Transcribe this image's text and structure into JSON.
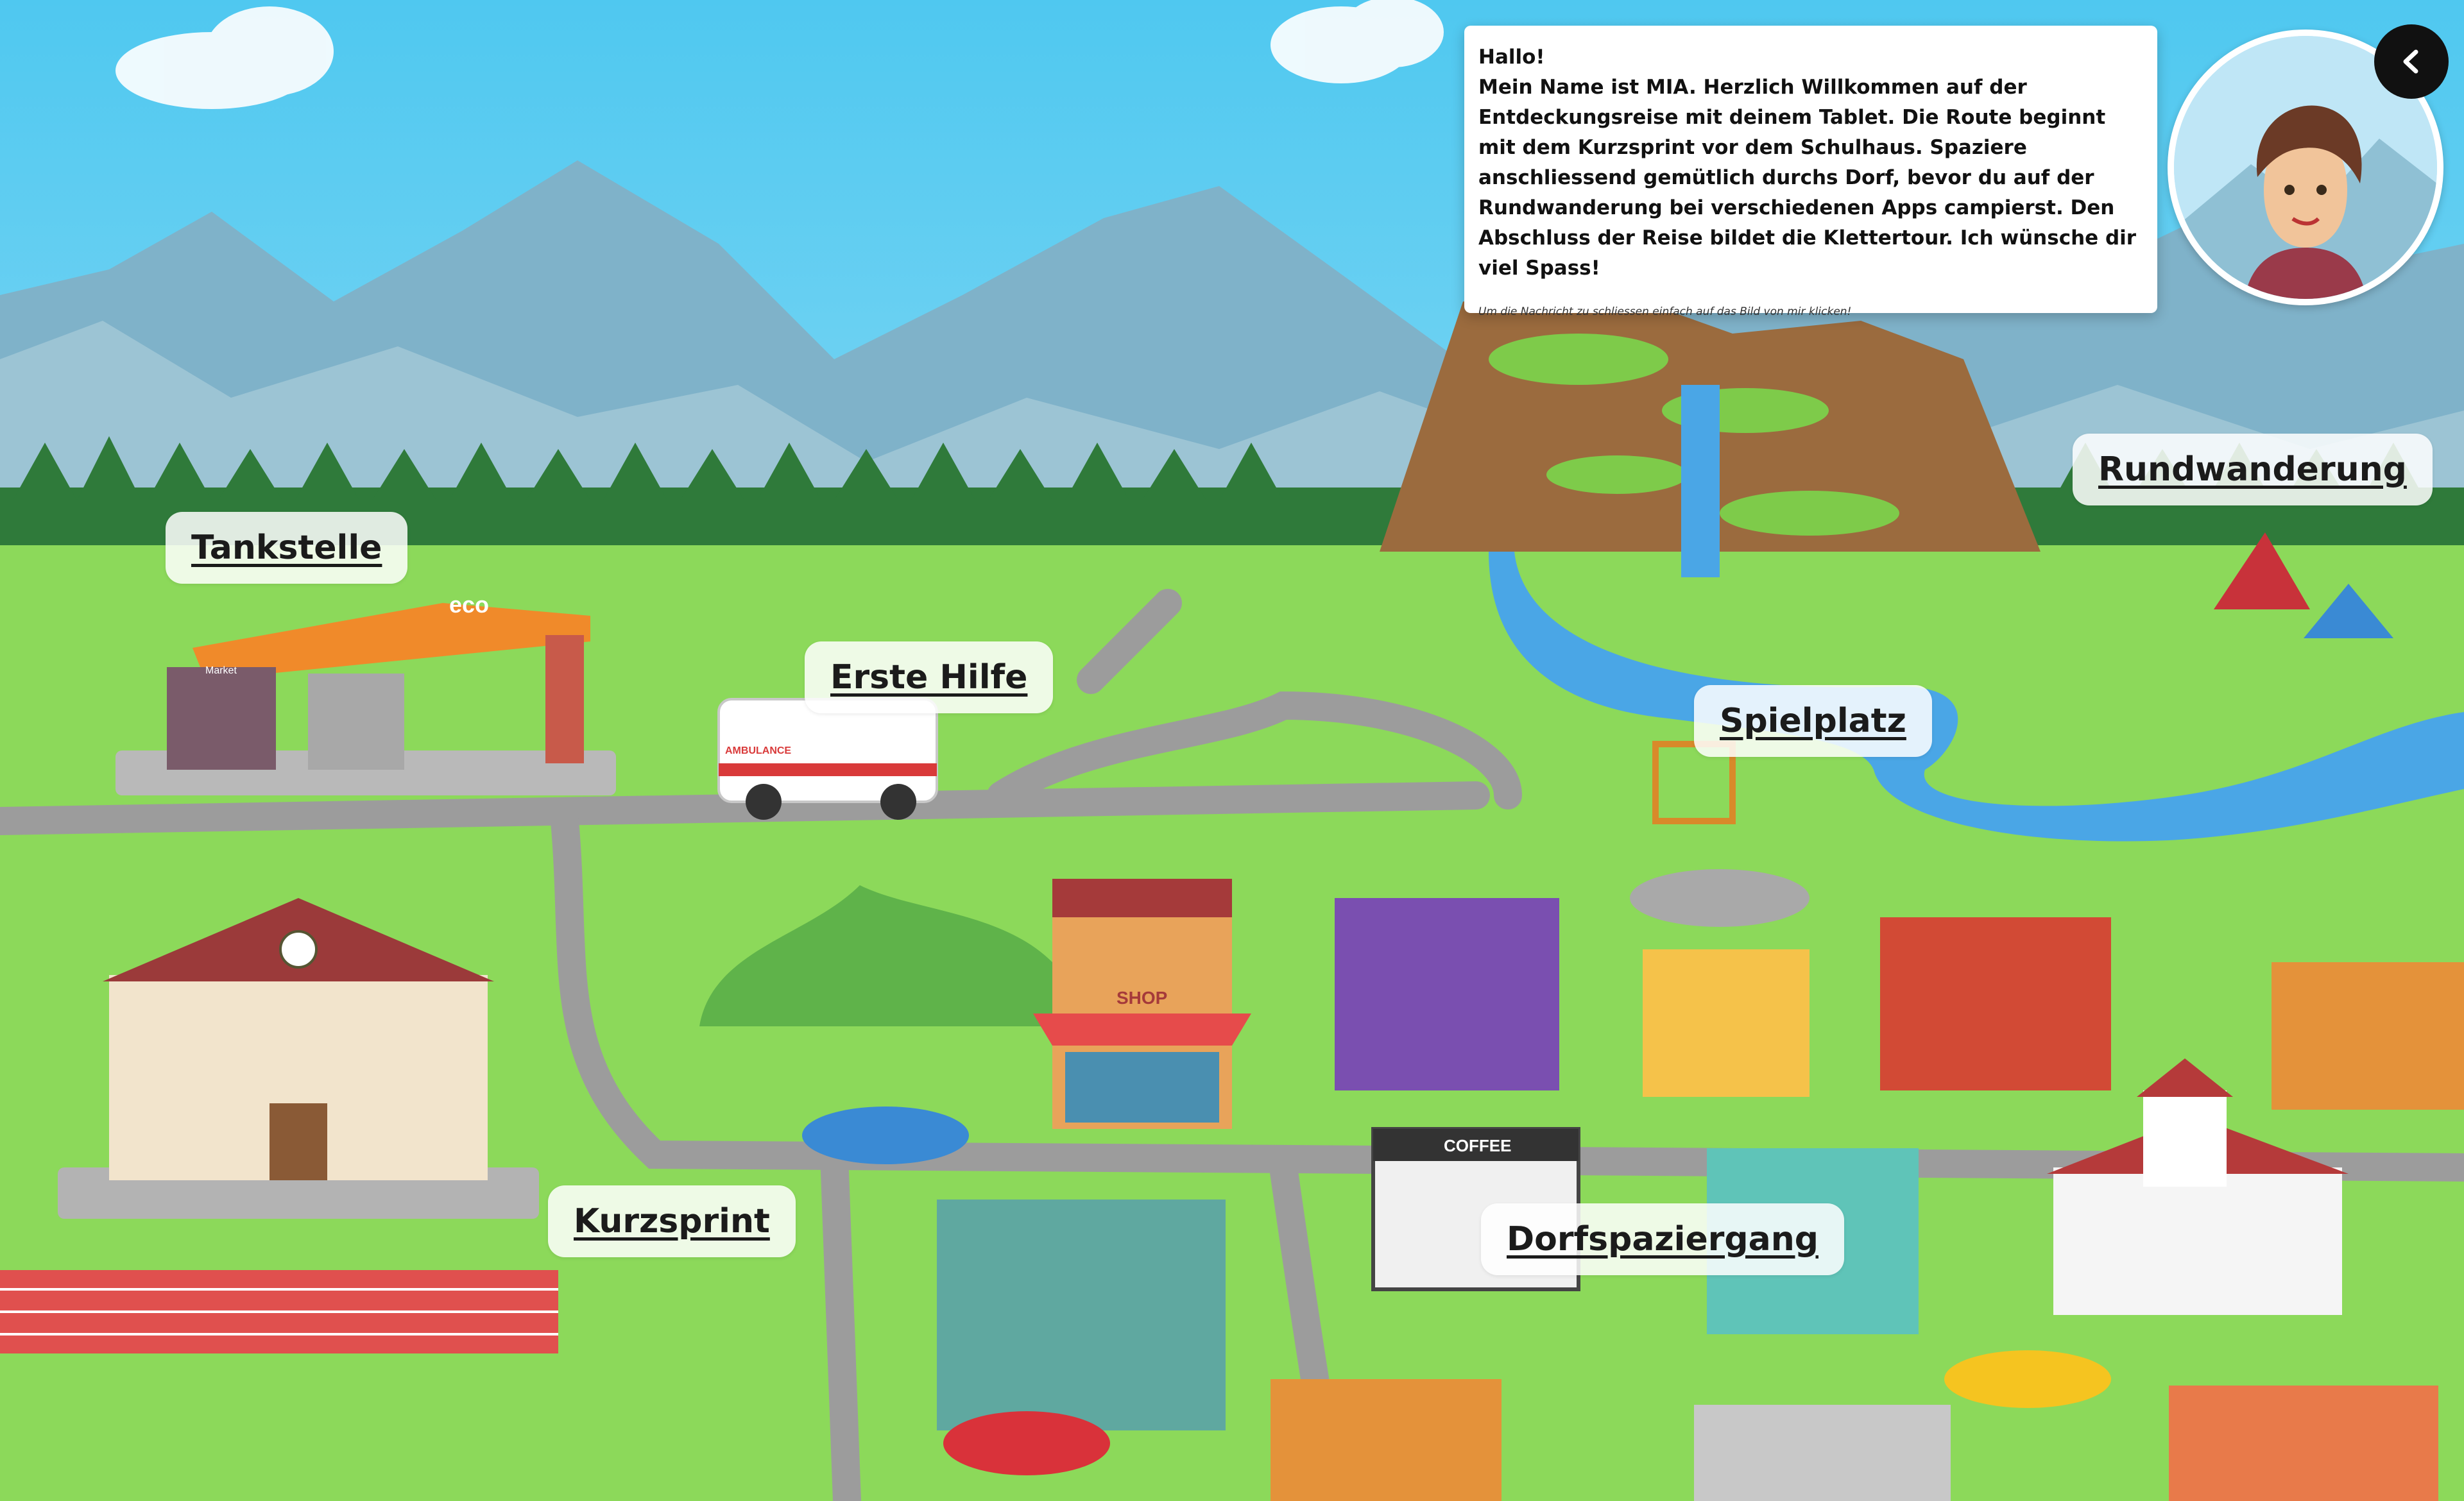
{
  "locations": [
    {
      "id": "tankstelle",
      "label": "Tankstelle"
    },
    {
      "id": "erste-hilfe",
      "label": "Erste Hilfe"
    },
    {
      "id": "spielplatz",
      "label": "Spielplatz"
    },
    {
      "id": "rundwanderung",
      "label": "Rundwanderung"
    },
    {
      "id": "kurzsprint",
      "label": "Kurzsprint"
    },
    {
      "id": "dorfspaziergang",
      "label": "Dorfspaziergang"
    }
  ],
  "message": {
    "greeting": "Hallo!",
    "body": "Mein Name ist MIA. Herzlich Willkommen auf der Entdeckungsreise mit deinem Tablet. Die Route beginnt mit dem Kurzsprint vor dem Schulhaus. Spaziere anschliessend gemütlich durchs Dorf, bevor du auf der Rundwanderung bei verschiedenen Apps campierst. Den Abschluss der Reise bildet die Klettertour. Ich wünsche dir viel Spass!",
    "hint": "Um die Nachricht zu schliessen einfach auf das Bild von mir klicken!"
  },
  "scene_text": {
    "gas_brand": "eco",
    "gas_market": "Market",
    "ambulance": "AMBULANCE",
    "shop_sign": "SHOP",
    "coffee_sign": "COFFEE"
  },
  "icons": {
    "collapse": "chevron-left-icon",
    "avatar": "mia-avatar"
  },
  "colors": {
    "sky": "#5fd0f2",
    "grass": "#8cd95a",
    "road": "#9c9c9c",
    "track": "#e0504e",
    "water": "#4aa6e6",
    "mountain": "#7fb2c9"
  }
}
